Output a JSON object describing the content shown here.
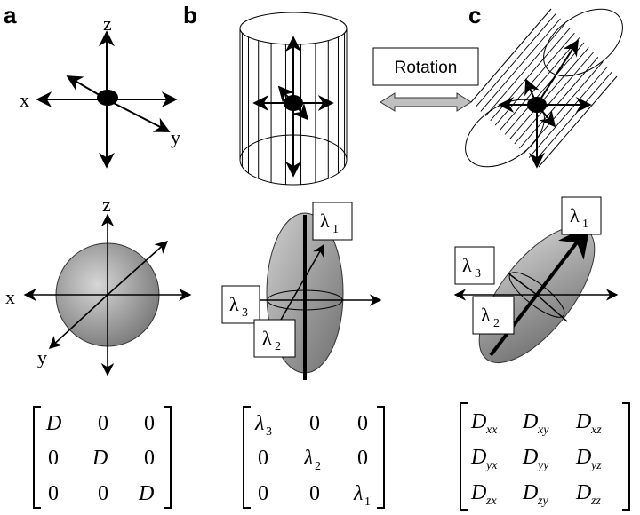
{
  "panels": {
    "a": {
      "letter": "a",
      "axis_top": {
        "z": "z",
        "x": "x",
        "y": "y"
      },
      "axis_bottom": {
        "z": "z",
        "x": "x",
        "y": "y"
      },
      "matrix": [
        [
          "D",
          "0",
          "0"
        ],
        [
          "0",
          "D",
          "0"
        ],
        [
          "0",
          "0",
          "D"
        ]
      ]
    },
    "b": {
      "letter": "b",
      "lambda1": "λ",
      "lambda1_sub": "1",
      "lambda2": "λ",
      "lambda2_sub": "2",
      "lambda3": "λ",
      "lambda3_sub": "3",
      "matrix_diag": [
        {
          "sym": "λ",
          "sub": "3"
        },
        {
          "sym": "λ",
          "sub": "2"
        },
        {
          "sym": "λ",
          "sub": "1"
        }
      ],
      "zero": "0"
    },
    "c": {
      "letter": "c",
      "lambda1": "λ",
      "lambda1_sub": "1",
      "lambda2": "λ",
      "lambda2_sub": "2",
      "lambda3": "λ",
      "lambda3_sub": "3",
      "matrix_symbol": "D",
      "matrix_subs": [
        [
          "xx",
          "xy",
          "xz"
        ],
        [
          "yx",
          "yy",
          "yz"
        ],
        [
          "zx",
          "zy",
          "zz"
        ]
      ]
    }
  },
  "rotation_label": "Rotation",
  "colors": {
    "sphere_fill": "#9a9a9a",
    "ellipsoid_fill": "#8c8c8c",
    "arrow_fill": "#bfbfbf",
    "ink": "#000000"
  }
}
